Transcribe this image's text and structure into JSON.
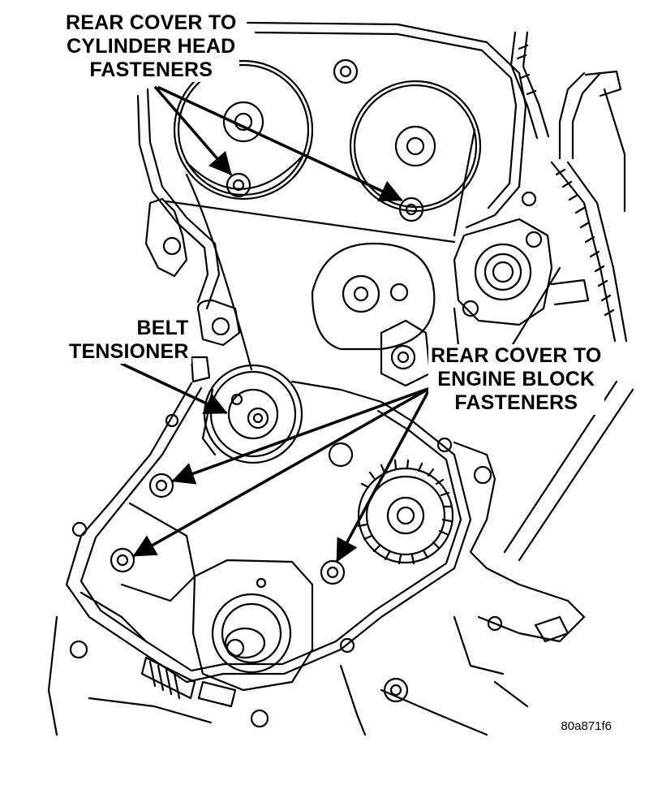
{
  "diagram": {
    "labels": {
      "rear_cover_head": [
        "REAR COVER TO",
        "CYLINDER HEAD",
        "FASTENERS"
      ],
      "belt_tensioner": [
        "BELT",
        "TENSIONER"
      ],
      "rear_cover_block": [
        "REAR COVER TO",
        "ENGINE BLOCK",
        "FASTENERS"
      ]
    },
    "figure_code": "80a871f6",
    "parts": {
      "cam_sprocket_left": "camshaft-sprocket",
      "cam_sprocket_right": "camshaft-sprocket",
      "tensioner": "belt-tensioner",
      "crank_sprocket": "crankshaft-sprocket",
      "idler": "idler-pulley",
      "water_pump": "water-pump"
    }
  }
}
